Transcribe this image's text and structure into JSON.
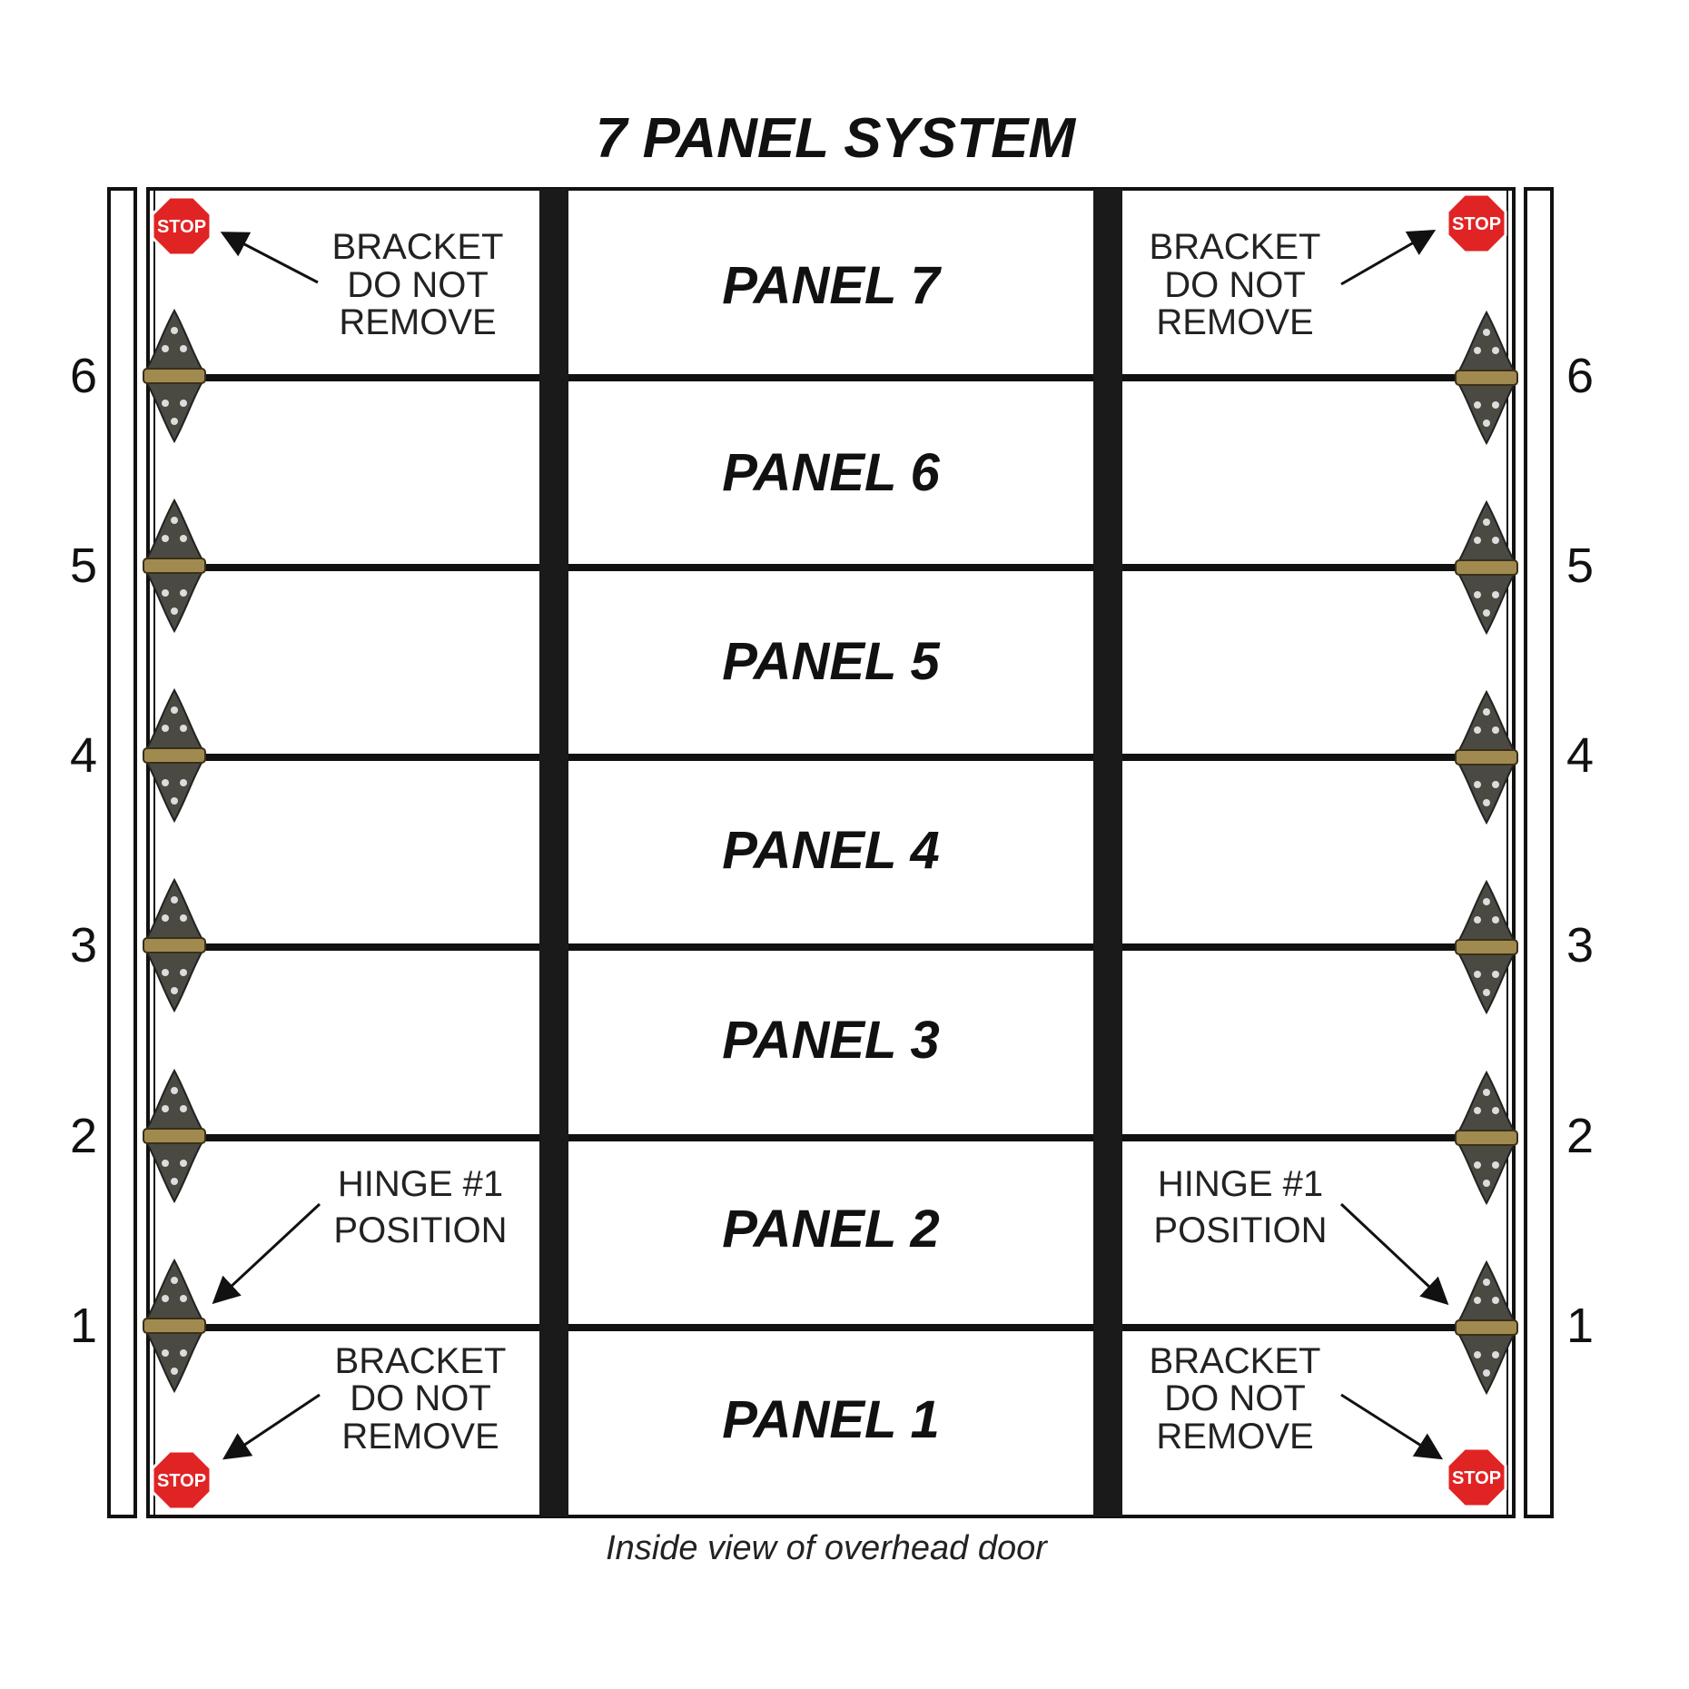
{
  "title": "7 PANEL SYSTEM",
  "caption": "Inside view of overhead door",
  "panels": [
    {
      "label": "PANEL 7"
    },
    {
      "label": "PANEL 6"
    },
    {
      "label": "PANEL 5"
    },
    {
      "label": "PANEL 4"
    },
    {
      "label": "PANEL 3"
    },
    {
      "label": "PANEL 2"
    },
    {
      "label": "PANEL 1"
    }
  ],
  "hinge_numbers": [
    "6",
    "5",
    "4",
    "3",
    "2",
    "1"
  ],
  "notes": {
    "bracket": [
      "BRACKET",
      "DO NOT",
      "REMOVE"
    ],
    "hinge1": [
      "HINGE #1",
      "POSITION"
    ]
  },
  "stop_sign": {
    "text": "STOP",
    "color": "#e02424"
  },
  "colors": {
    "frame": "#111111",
    "stile": "#1a1a1a",
    "hinge": "#4a4a42",
    "hinge_pin": "#a08a50"
  }
}
